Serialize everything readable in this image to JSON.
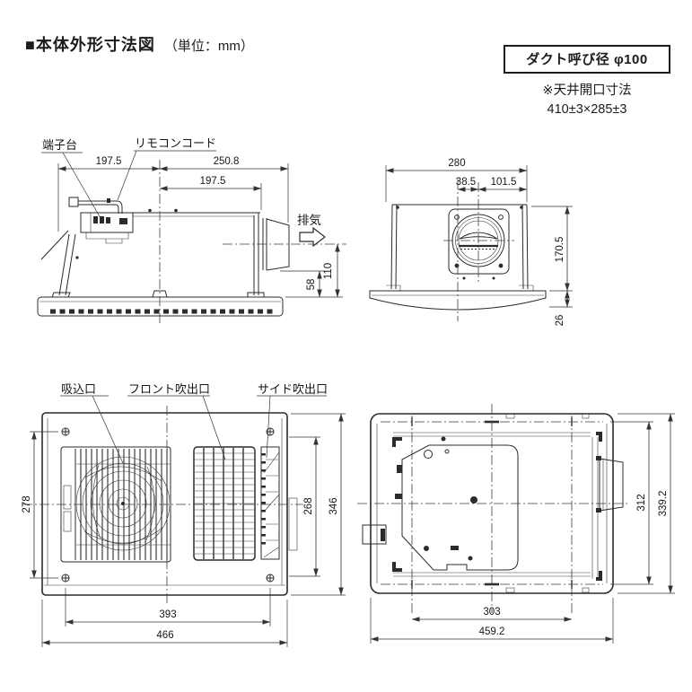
{
  "header": {
    "title": "■本体外形寸法図",
    "unit": "（単位：mm）"
  },
  "duct_info": {
    "duct_label": "ダクト呼び径 φ100",
    "note_line1": "※天井開口寸法",
    "note_line2": "410±3×285±3"
  },
  "side_view": {
    "terminal_label": "端子台",
    "remote_label": "リモコンコード",
    "exhaust_label": "排気",
    "dim_left": "197.5",
    "dim_right": "250.8",
    "dim_body_right": "197.5",
    "dim_duct_center": "110",
    "dim_duct_bottom": "58"
  },
  "front_view": {
    "dim_width": "280",
    "dim_offset": "38.5",
    "dim_duct_to_edge": "101.5",
    "dim_height": "170.5",
    "dim_flange": "26"
  },
  "bottom_view": {
    "intake_label": "吸込口",
    "front_outlet_label": "フロント吹出口",
    "side_outlet_label": "サイド吹出口",
    "dim_screw_v": "278",
    "dim_inner_v": "268",
    "dim_total_v": "346",
    "dim_screw_h": "393",
    "dim_total_h": "466"
  },
  "top_view": {
    "dim_inner_v": "312",
    "dim_total_v": "339.2",
    "dim_inner_h": "303",
    "dim_total_h": "459.2"
  }
}
